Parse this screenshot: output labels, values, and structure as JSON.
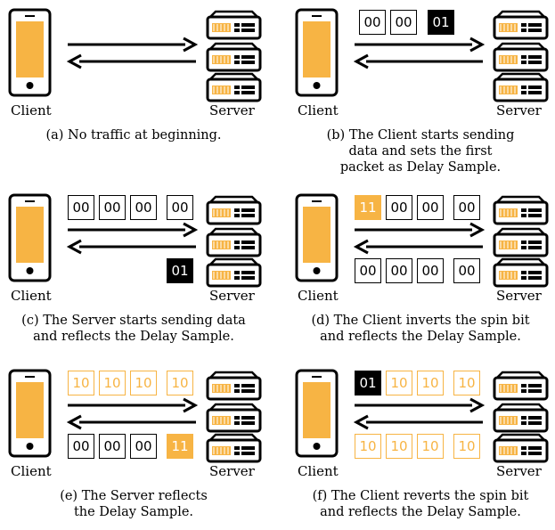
{
  "colors": {
    "accent": "#f7b444",
    "ink": "#000000"
  },
  "panels": [
    {
      "id": "a",
      "client": "Client",
      "server": "Server",
      "top_packets": [],
      "bottom_packets": [],
      "caption": [
        "(a) No traffic at beginning."
      ]
    },
    {
      "id": "b",
      "client": "Client",
      "server": "Server",
      "top_packets": [
        {
          "text": "00",
          "style": "white"
        },
        {
          "text": "00",
          "style": "white"
        },
        {
          "text": "01",
          "style": "black"
        }
      ],
      "bottom_packets": [],
      "caption": [
        "(b) The Client starts sending",
        "data and sets the first",
        "packet as Delay Sample."
      ]
    },
    {
      "id": "c",
      "client": "Client",
      "server": "Server",
      "top_packets": [
        {
          "text": "00",
          "style": "white"
        },
        {
          "text": "00",
          "style": "white"
        },
        {
          "text": "00",
          "style": "white"
        },
        {
          "text": "00",
          "style": "white"
        }
      ],
      "bottom_packets": [
        {
          "text": "01",
          "style": "black"
        }
      ],
      "caption": [
        "(c) The Server starts sending data",
        "and reflects the Delay Sample."
      ]
    },
    {
      "id": "d",
      "client": "Client",
      "server": "Server",
      "top_packets": [
        {
          "text": "11",
          "style": "orange"
        },
        {
          "text": "00",
          "style": "white"
        },
        {
          "text": "00",
          "style": "white"
        },
        {
          "text": "00",
          "style": "white"
        }
      ],
      "bottom_packets": [
        {
          "text": "00",
          "style": "white"
        },
        {
          "text": "00",
          "style": "white"
        },
        {
          "text": "00",
          "style": "white"
        },
        {
          "text": "00",
          "style": "white"
        }
      ],
      "caption": [
        "(d) The Client inverts the spin bit",
        "and reflects the Delay Sample."
      ]
    },
    {
      "id": "e",
      "client": "Client",
      "server": "Server",
      "top_packets": [
        {
          "text": "10",
          "style": "outline"
        },
        {
          "text": "10",
          "style": "outline"
        },
        {
          "text": "10",
          "style": "outline"
        },
        {
          "text": "10",
          "style": "outline"
        }
      ],
      "bottom_packets": [
        {
          "text": "00",
          "style": "white"
        },
        {
          "text": "00",
          "style": "white"
        },
        {
          "text": "00",
          "style": "white"
        },
        {
          "text": "11",
          "style": "orange"
        }
      ],
      "caption": [
        "(e) The Server reflects",
        "the Delay Sample."
      ]
    },
    {
      "id": "f",
      "client": "Client",
      "server": "Server",
      "top_packets": [
        {
          "text": "01",
          "style": "black"
        },
        {
          "text": "10",
          "style": "outline"
        },
        {
          "text": "10",
          "style": "outline"
        },
        {
          "text": "10",
          "style": "outline"
        }
      ],
      "bottom_packets": [
        {
          "text": "10",
          "style": "outline"
        },
        {
          "text": "10",
          "style": "outline"
        },
        {
          "text": "10",
          "style": "outline"
        },
        {
          "text": "10",
          "style": "outline"
        }
      ],
      "caption": [
        "(f) The Client reverts the spin bit",
        "and reflects the Delay Sample."
      ]
    }
  ]
}
